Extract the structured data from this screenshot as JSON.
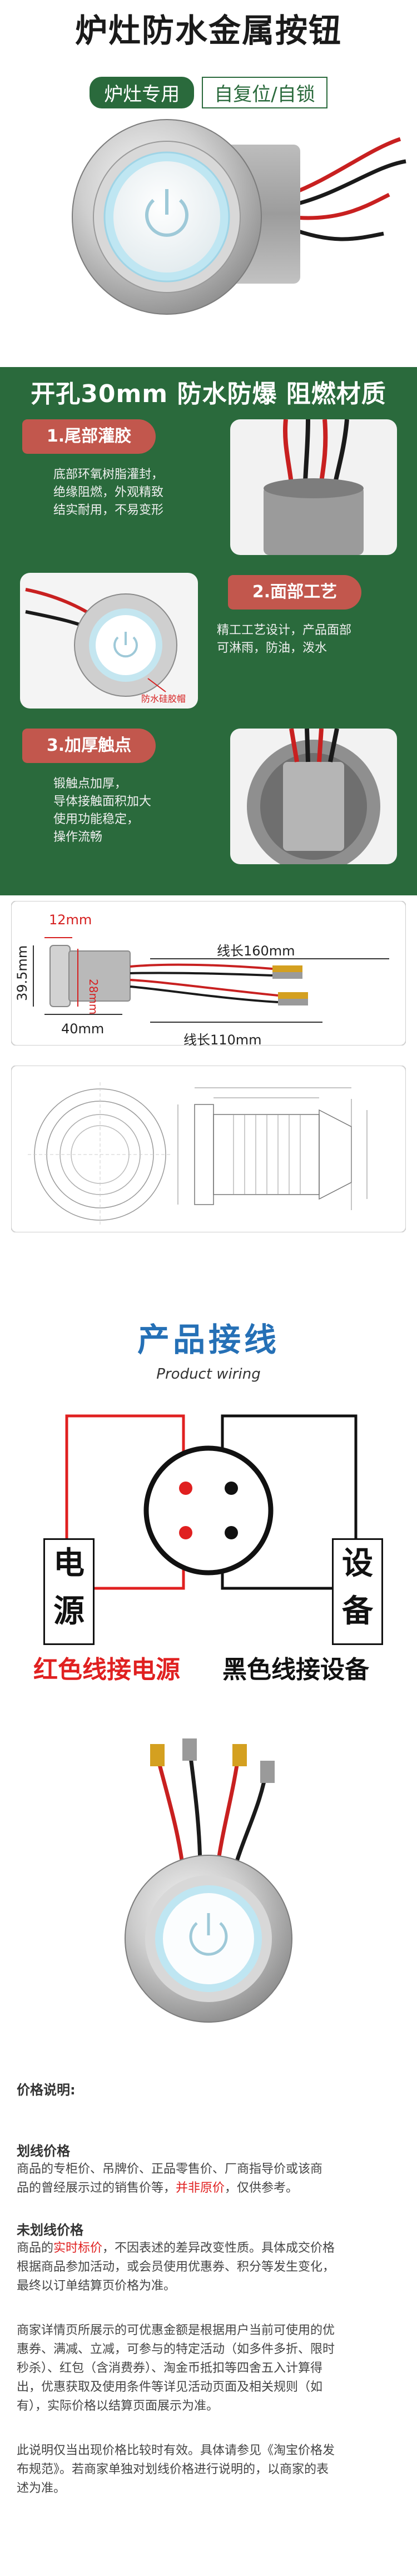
{
  "hero": {
    "title": "炉灶防水金属按钮",
    "badge_primary": "炉灶专用",
    "badge_secondary": "自复位/自锁"
  },
  "banner": {
    "text": "开孔30mm 防水防爆 阻燃材质"
  },
  "features": [
    {
      "title": "1.尾部灌胶",
      "desc": [
        "底部环氧树脂灌封，",
        "绝缘阻燃，外观精致",
        "结实耐用，不易变形"
      ]
    },
    {
      "title": "2.面部工艺",
      "desc": [
        "精工工艺设计，产品面部",
        "可淋雨，防油，泼水"
      ],
      "image_label": "防水硅胶帽"
    },
    {
      "title": "3.加厚触点",
      "desc": [
        "锻触点加厚，",
        "导体接触面积加大",
        "使用功能稳定，",
        "操作流畅"
      ]
    }
  ],
  "dimensions": {
    "head_width": "12mm",
    "height": "39.5mm",
    "inner": "28mm",
    "base": "40mm",
    "wire_a": "线长160mm",
    "wire_b": "线长110mm"
  },
  "wiring": {
    "title": "产品接线",
    "subtitle": "Product wiring",
    "left_label_1": "电",
    "left_label_2": "源",
    "right_label_1": "设",
    "right_label_2": "备",
    "caption_red": "红色线接电源",
    "caption_black": "黑色线接设备",
    "colors": {
      "red": "#e02020",
      "black": "#111111",
      "title_blue": "#2570b6"
    }
  },
  "price": {
    "heading": "价格说明:",
    "s1_title": "划线价格",
    "s1_a": "商品的专柜价、吊牌价、正品零售价、厂商指导价或该商",
    "s1_b1": "品的曾经展示过的销售价等，",
    "s1_b_hl": "并非原价",
    "s1_b2": "，仅供参考。",
    "s2_title": "未划线价格",
    "s2_a1": "商品的",
    "s2_a_hl": "实时标价",
    "s2_a2": "，不因表述的差异改变性质。具体成交价格",
    "s2_b": "根据商品参加活动，或会员使用优惠券、积分等发生变化，",
    "s2_c": "最终以订单结算页价格为准。",
    "s3_a": "商家详情页所展示的可优惠金额是根据用户当前可使用的优",
    "s3_b": "惠券、满减、立减，可参与的特定活动（如多件多折、限时",
    "s3_c": "秒杀）、红包（含消费券）、淘金币抵扣等四舍五入计算得",
    "s3_d": "出，优惠获取及使用条件等详见活动页面及相关规则（如",
    "s3_e": "有），实际价格以结算页面展示为准。",
    "s4_a": "此说明仅当出现价格比较时有效。具体请参见《淘宝价格发",
    "s4_b": "布规范》。若商家单独对划线价格进行说明的，以商家的表",
    "s4_c": "述为准。"
  }
}
